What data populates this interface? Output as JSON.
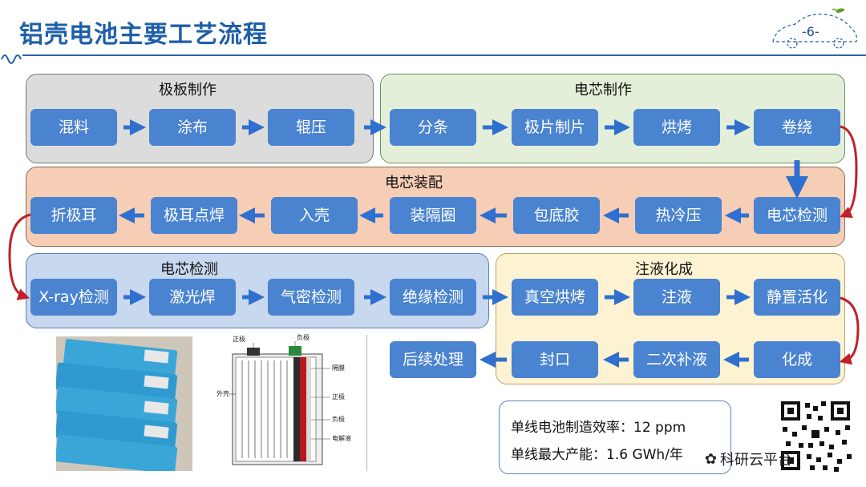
{
  "title": "铝壳电池主要工艺流程",
  "page_number": "-6-",
  "panels": {
    "electrode": {
      "title": "极板制作",
      "steps": [
        "混料",
        "涂布",
        "辊压"
      ]
    },
    "cell": {
      "title": "电芯制作",
      "steps": [
        "分条",
        "极片制片",
        "烘烤",
        "卷绕"
      ]
    },
    "assembly": {
      "title": "电芯装配",
      "steps": [
        "电芯检测",
        "热冷压",
        "包底胶",
        "装隔圈",
        "入壳",
        "极耳点焊",
        "折极耳"
      ]
    },
    "inspection": {
      "title": "电芯检测",
      "steps": [
        "X-ray检测",
        "激光焊",
        "气密检测",
        "绝缘检测"
      ]
    },
    "formation": {
      "title": "注液化成",
      "steps": [
        "真空烘烤",
        "注液",
        "静置活化",
        "化成",
        "二次补液",
        "封口",
        "后续处理"
      ]
    }
  },
  "info": {
    "efficiency": "单线电池制造效率：12 ppm",
    "capacity": "单线最大产能：1.6 GWh/年"
  },
  "diagram_labels": {
    "positive_top": "正极",
    "negative_top": "负极",
    "separator": "隔膜",
    "positive": "正极",
    "negative": "负极",
    "electrolyte": "电解液",
    "shell": "外壳"
  },
  "watermark": "科研云平台",
  "colors": {
    "title": "#1f5fa8",
    "box": "#4a83d0",
    "arrow": "#2f6fcf",
    "connector": "#c0202a"
  }
}
